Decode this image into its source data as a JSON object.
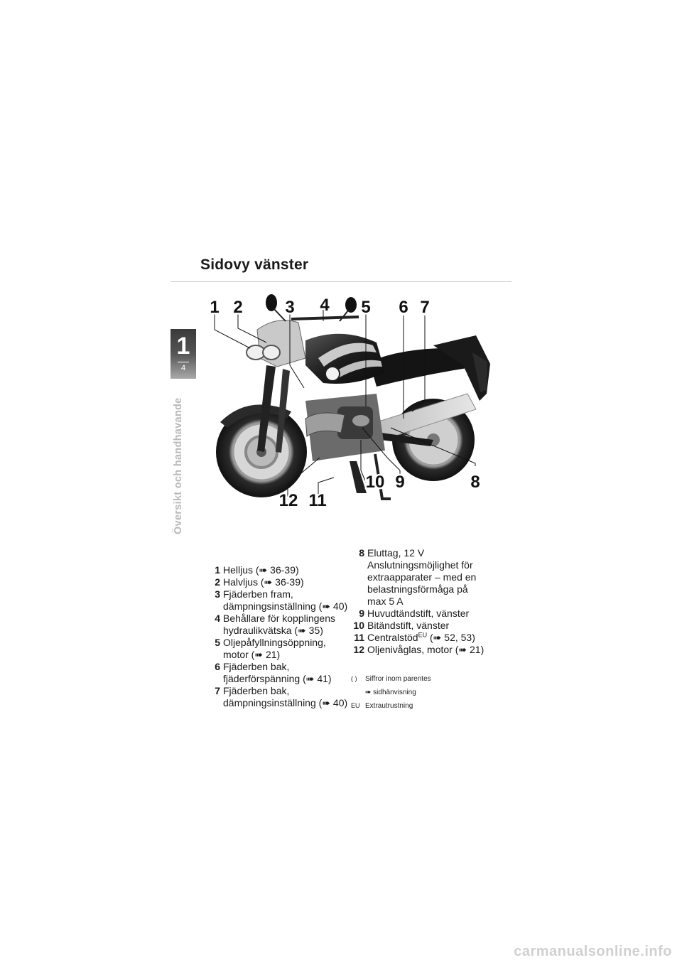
{
  "page_title": "Sidovy vänster",
  "chapter_tab": {
    "number": "1",
    "page": "4"
  },
  "side_label": "Översikt och handhavande",
  "callouts": [
    "1",
    "2",
    "3",
    "4",
    "5",
    "6",
    "7",
    "8",
    "9",
    "10",
    "11",
    "12"
  ],
  "legend_left": [
    {
      "num": "1",
      "lines": [
        "Helljus (➠ 36-39)"
      ]
    },
    {
      "num": "2",
      "lines": [
        "Halvljus (➠ 36-39)"
      ]
    },
    {
      "num": "3",
      "lines": [
        "Fjäderben fram,",
        "dämpningsinställning (➠ 40)"
      ]
    },
    {
      "num": "4",
      "lines": [
        "Behållare för kopplingens",
        "hydraulikvätska (➠ 35)"
      ]
    },
    {
      "num": "5",
      "lines": [
        "Oljepåfyllningsöppning,",
        "motor (➠ 21)"
      ]
    },
    {
      "num": "6",
      "lines": [
        "Fjäderben bak,",
        "fjäderförspänning (➠ 41)"
      ]
    },
    {
      "num": "7",
      "lines": [
        "Fjäderben bak,",
        "dämpningsinställning (➠ 40)"
      ]
    }
  ],
  "legend_right": [
    {
      "num": "8",
      "lines": [
        "Eluttag, 12 V",
        "Anslutningsmöjlighet för",
        "extraapparater – med en",
        "belastningsförmåga på",
        "max 5 A"
      ]
    },
    {
      "num": "9",
      "lines": [
        "Huvudtändstift, vänster"
      ]
    },
    {
      "num": "10",
      "lines": [
        "Bitändstift, vänster"
      ]
    },
    {
      "num": "11",
      "text": "Centralstöd",
      "sup": "EU",
      "rest": " (➠ 52, 53)"
    },
    {
      "num": "12",
      "lines": [
        "Oljenivåglas, motor (➠ 21)"
      ]
    }
  ],
  "notes": [
    {
      "sym": "(  )",
      "text": "Siffror inom parentes"
    },
    {
      "sym": "",
      "text": "➠ sidhänvisning"
    },
    {
      "sym": "EU",
      "text": "Extrautrustning"
    }
  ],
  "footer": "carmanualsonline.info"
}
